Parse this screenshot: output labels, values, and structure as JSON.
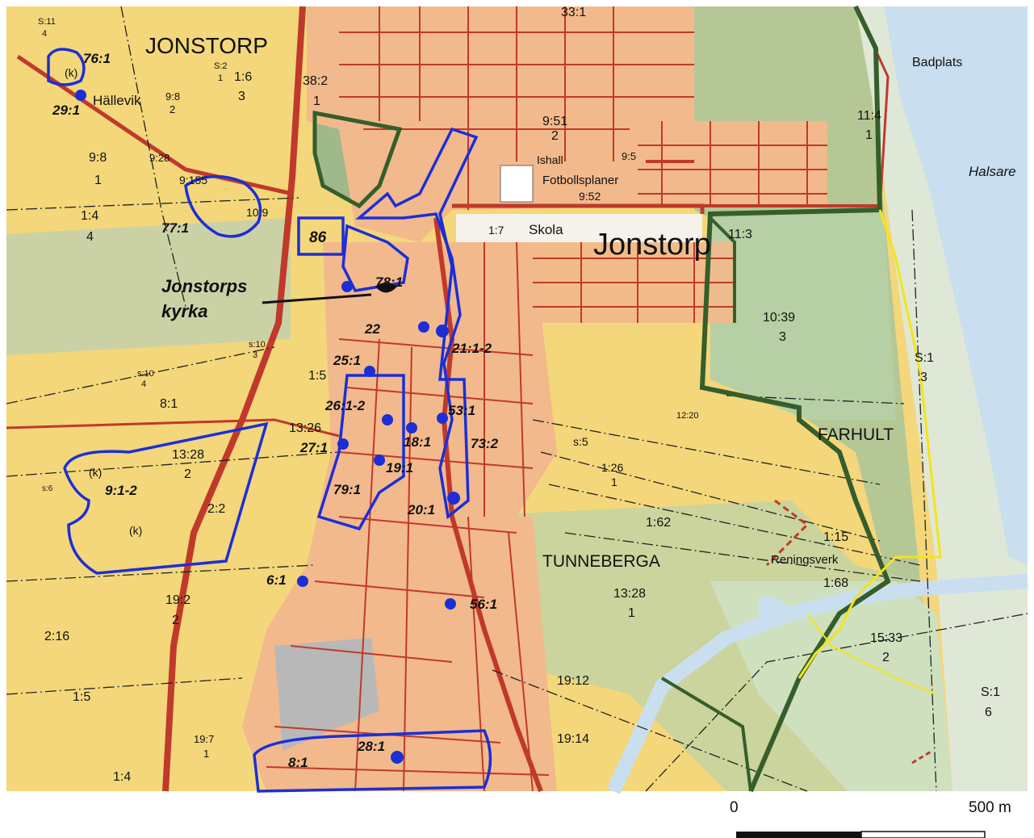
{
  "place_names": {
    "jonstorp_top": "JONSTORP",
    "jonstorp_town": "Jonstorp",
    "hallevik": "Hällevik",
    "farhult": "FARHULT",
    "tunneberga": "TUNNEBERGA",
    "badplats": "Badplats",
    "halsare": "Halsare",
    "skola": "Skola",
    "ishall": "Ishall",
    "fotbollsplaner": "Fotbollsplaner",
    "reningsverk": "Reningsverk",
    "church_line1": "Jonstorps",
    "church_line2": "kyrka"
  },
  "site_labels": [
    "76:1",
    "29:1",
    "77:1",
    "86",
    "78:1",
    "22",
    "25:1",
    "26:1-2",
    "27:1",
    "79:1",
    "9:1-2",
    "6:1",
    "56:1",
    "28:1",
    "8:1",
    "21:1-2",
    "53:1",
    "73:2",
    "18:1",
    "19:1",
    "20:1"
  ],
  "property_labels": [
    "S:11",
    "4",
    "S:2",
    "1",
    "1:6",
    "3",
    "9:8",
    "2",
    "9:8",
    "1",
    "9:28",
    "9:155",
    "10:9",
    "1:4",
    "4",
    "38:2",
    "1",
    "33:1",
    "9:51",
    "2",
    "9:5",
    "9:52",
    "11:4",
    "1",
    "11:3",
    "1:7",
    "10:39",
    "3",
    "S:1",
    "3",
    "12:20",
    "s:10",
    "3",
    "s:10",
    "4",
    "8:1",
    "1:5",
    "13:26",
    "13:28",
    "2",
    "2:2",
    "s:5",
    "1:26",
    "1",
    "1:62",
    "1:15",
    "1:68",
    "13:28",
    "1",
    "15:33",
    "2",
    "19:2",
    "2",
    "2:16",
    "1:5",
    "19:12",
    "19:14",
    "S:1",
    "6",
    "19:7",
    "1",
    "1:4",
    "s:6",
    "(k)",
    "(k)",
    "(k)"
  ],
  "scale_bar": {
    "start": "0",
    "end": "500 m"
  },
  "colors": {
    "field": "#f3d77a",
    "urban": "#f2b98c",
    "forest": "#a9c49a",
    "water": "#c9dff0",
    "road": "#c0392b",
    "boundary": "#355e2c",
    "site": "#1c2fd6",
    "trail": "#f4e41a"
  }
}
